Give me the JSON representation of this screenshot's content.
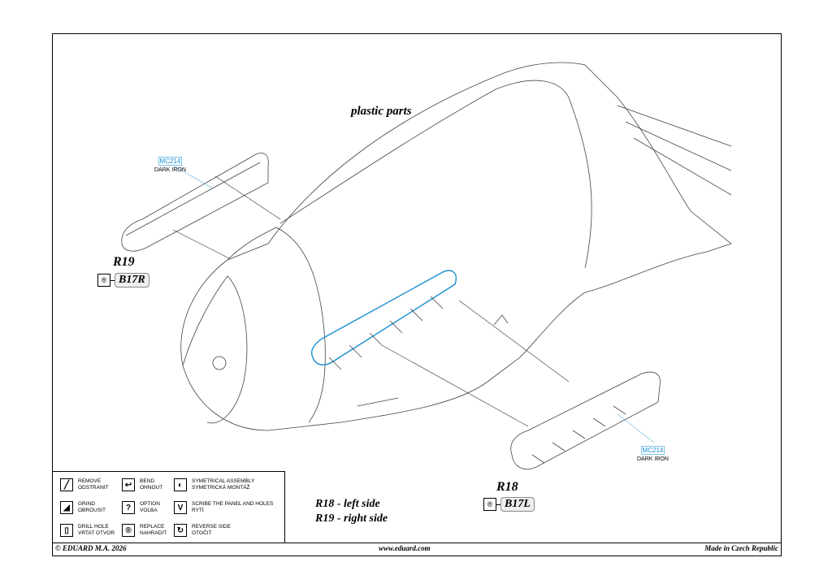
{
  "heading": "plastic parts",
  "callouts": [
    {
      "code": "MC214",
      "name": "DARK IRON"
    },
    {
      "code": "MC214",
      "name": "DARK IRON"
    }
  ],
  "parts": {
    "r19": {
      "label": "R19",
      "symbol": "replace-icon",
      "ref": "B17R"
    },
    "r18": {
      "label": "R18",
      "symbol": "replace-icon",
      "ref": "B17L"
    }
  },
  "sides": [
    "R18 - left side",
    "R19 - right side"
  ],
  "legend": [
    {
      "icon": "remove-icon",
      "glyph": "╱",
      "en": "REMOVE",
      "cz": "ODSTRANIT"
    },
    {
      "icon": "bend-icon",
      "glyph": "↩",
      "en": "BEND",
      "cz": "OHNOUT"
    },
    {
      "icon": "symmetrical-assembly-icon",
      "glyph": "◐",
      "en": "SYMETRICAL ASSEMBLY",
      "cz": "SYMETRICKÁ MONTÁŽ"
    },
    {
      "icon": "grind-icon",
      "glyph": "◢",
      "en": "GRIND",
      "cz": "OBROUSIT"
    },
    {
      "icon": "option-icon",
      "glyph": "?",
      "en": "OPTION",
      "cz": "VOLBA"
    },
    {
      "icon": "scribe-icon",
      "glyph": "V",
      "en": "SCRIBE THE PANEL AND HOLES",
      "cz": "RYTÍ"
    },
    {
      "icon": "drill-hole-icon",
      "glyph": "▯",
      "en": "DRILL HOLE",
      "cz": "VRTAT OTVOR"
    },
    {
      "icon": "replace-icon",
      "glyph": "®",
      "en": "REPLACE",
      "cz": "NAHRADIT"
    },
    {
      "icon": "reverse-side-icon",
      "glyph": "↻",
      "en": "REVERSE SIDE",
      "cz": "OTOČIT"
    }
  ],
  "footer": {
    "copyright": "© EDUARD  M.A. 2026",
    "url": "www.eduard.com",
    "origin": "Made in Czech Republic"
  }
}
